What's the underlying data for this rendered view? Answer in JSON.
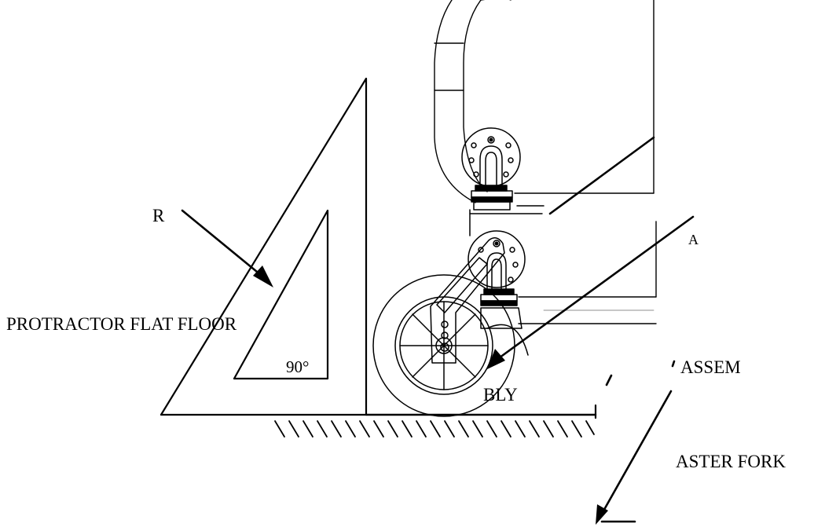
{
  "labels": {
    "protractor_flat_floor": "PROTRACTOR FLAT FLOOR",
    "angle": "90°",
    "partial_r": "R",
    "partial_a": "A",
    "assem": "ASSEM",
    "bly": "BLY",
    "aster_fork": "ASTER FORK"
  },
  "colors": {
    "ink": "#000000",
    "paper": "#ffffff",
    "gray": "#6b6b6b"
  }
}
